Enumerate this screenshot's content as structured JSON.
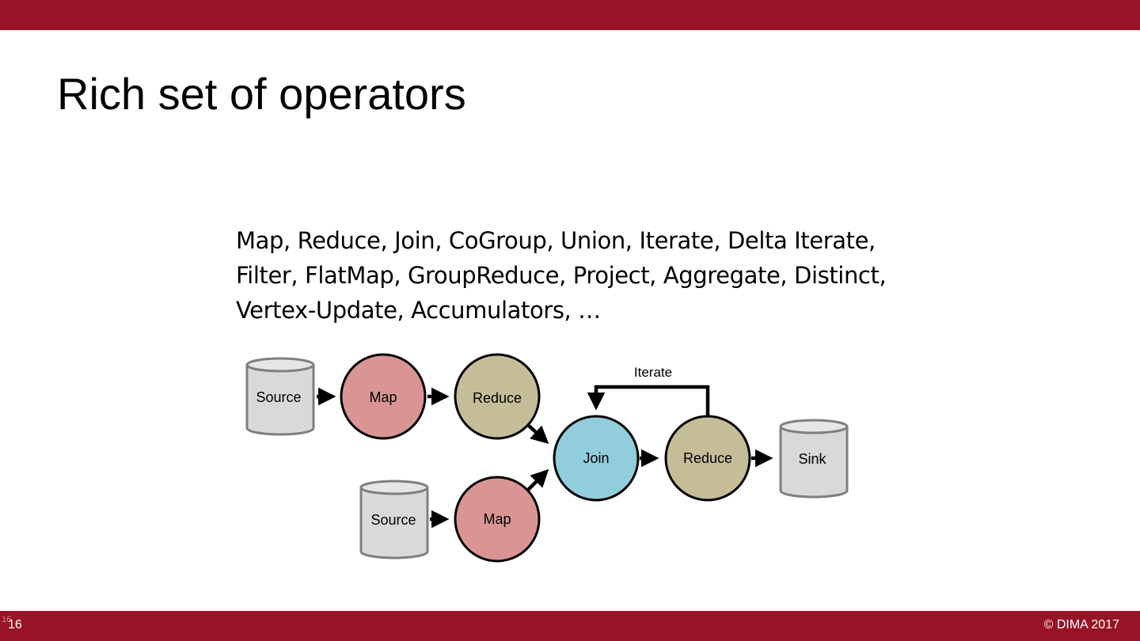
{
  "slide": {
    "title": "Rich set of operators",
    "operator_lines": [
      "Map, Reduce, Join, CoGroup, Union, Iterate, Delta Iterate,",
      "Filter, FlatMap, GroupReduce, Project, Aggregate, Distinct,",
      "Vertex-Update, Accumulators, …"
    ],
    "page_number": "16",
    "page_number_ghost": "16",
    "copyright": "© DIMA 2017"
  },
  "diagram": {
    "nodes": {
      "source_top": "Source",
      "map_top": "Map",
      "reduce_top": "Reduce",
      "source_bottom": "Source",
      "map_bottom": "Map",
      "join": "Join",
      "reduce_mid": "Reduce",
      "sink": "Sink"
    },
    "iterate_label": "Iterate"
  },
  "colors": {
    "brand_bar": "#981325",
    "map_fill": "#d99594",
    "reduce_fill": "#c4bd97",
    "join_fill": "#92cddc",
    "storage_fill": "#d9d9d9"
  }
}
